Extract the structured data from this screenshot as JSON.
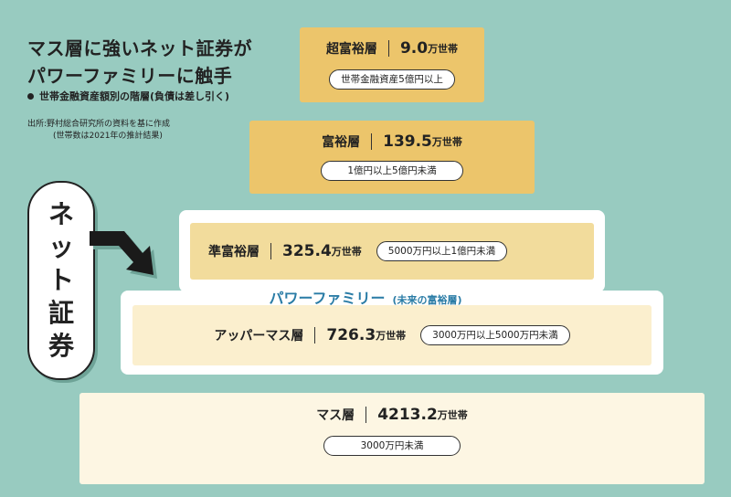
{
  "title_line1": "マス層に強いネット証券が",
  "title_line2": "パワーファミリーに触手",
  "subtitle": "世帯金融資産額別の階層(負債は差し引く)",
  "source_line1": "出所:野村総合研究所の資料を基に作成",
  "source_line2": "(世帯数は2021年の推計結果)",
  "net_label_chars": [
    "ネ",
    "ッ",
    "ト",
    "証",
    "券"
  ],
  "power_family_label": "パワーファミリー",
  "power_family_sub": "(未来の富裕層)",
  "unit": "万世帯",
  "tiers": {
    "super_rich": {
      "name": "超富裕層",
      "households": "9.0",
      "range": "世帯金融資産5億円以上"
    },
    "rich": {
      "name": "富裕層",
      "households": "139.5",
      "range": "1億円以上5億円未満"
    },
    "semi_rich": {
      "name": "準富裕層",
      "households": "325.4",
      "range": "5000万円以上1億円未満"
    },
    "upper_mass": {
      "name": "アッパーマス層",
      "households": "726.3",
      "range": "3000万円以上5000万円未満"
    },
    "mass": {
      "name": "マス層",
      "households": "4213.2",
      "range": "3000万円未満"
    }
  },
  "colors": {
    "background": "#98cbc0",
    "gold": "#ecc56b",
    "light_gold": "#f2dc9c",
    "cream": "#fbefce",
    "pale_cream": "#fdf6e3",
    "accent_blue": "#2a7ca6"
  }
}
